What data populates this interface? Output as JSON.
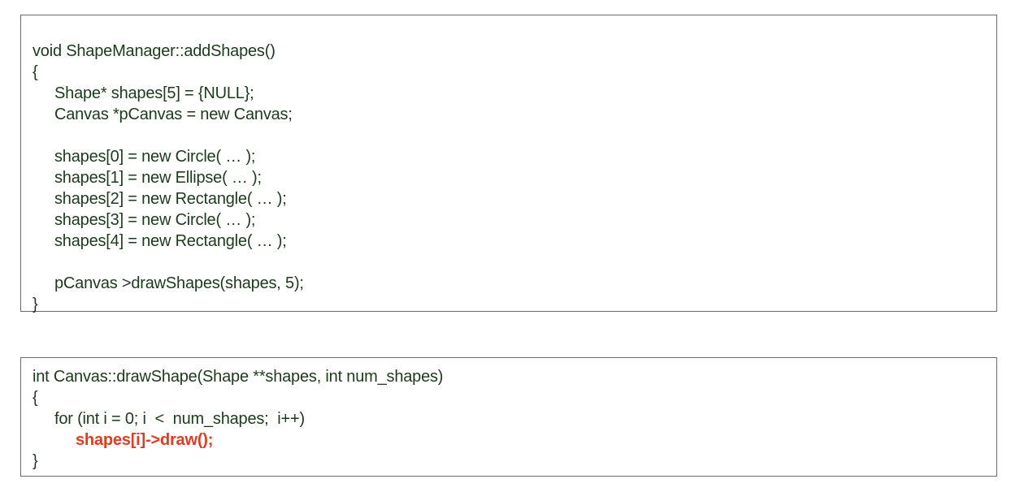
{
  "add_shapes": {
    "lines": [
      "void ShapeManager::addShapes()",
      "{",
      "Shape* shapes[5] = {NULL};",
      "Canvas *pCanvas = new Canvas;",
      "shapes[0] = new Circle( … );",
      "shapes[1] = new Ellipse( … );",
      "shapes[2] = new Rectangle( … );",
      "shapes[3] = new Circle( … );",
      "shapes[4] = new Rectangle( … );",
      "pCanvas >drawShapes(shapes, 5);",
      "}"
    ]
  },
  "draw_shape": {
    "lines": [
      "int Canvas::drawShape(Shape **shapes, int num_shapes)",
      "{",
      "for (int i = 0; i  <  num_shapes;  i++)",
      "shapes[i]->draw();",
      "}"
    ],
    "highlight_color": "#e03c1f"
  },
  "text_color": "#1d3a1d",
  "border_color": "#6b6b6b"
}
